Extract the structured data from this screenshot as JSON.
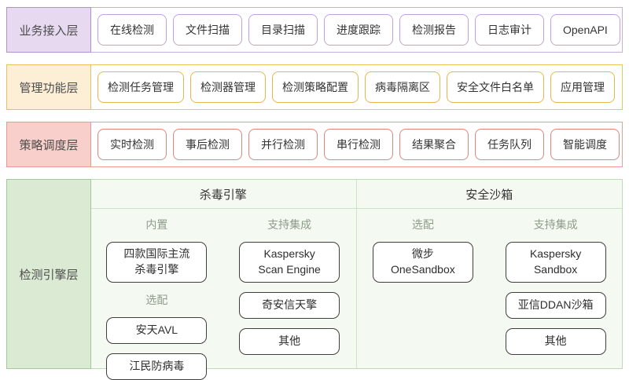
{
  "layers": [
    {
      "label": "业务接入层",
      "items": [
        "在线检测",
        "文件扫描",
        "目录扫描",
        "进度跟踪",
        "检测报告",
        "日志审计",
        "OpenAPI"
      ]
    },
    {
      "label": "管理功能层",
      "items": [
        "检测任务管理",
        "检测器管理",
        "检测策略配置",
        "病毒隔离区",
        "安全文件白名单",
        "应用管理"
      ]
    },
    {
      "label": "策略调度层",
      "items": [
        "实时检测",
        "事后检测",
        "并行检测",
        "串行检测",
        "结果聚合",
        "任务队列",
        "智能调度"
      ]
    }
  ],
  "engine_layer": {
    "label": "检测引擎层",
    "sections": [
      {
        "title": "杀毒引擎",
        "columns": [
          {
            "groups": [
              {
                "header": "内置",
                "boxes": [
                  "四款国际主流\n杀毒引擎"
                ]
              },
              {
                "header": "选配",
                "boxes": [
                  "安天AVL",
                  "江民防病毒"
                ]
              }
            ]
          },
          {
            "groups": [
              {
                "header": "支持集成",
                "boxes": [
                  "Kaspersky\nScan Engine",
                  "奇安信天擎",
                  "其他"
                ]
              }
            ]
          }
        ]
      },
      {
        "title": "安全沙箱",
        "columns": [
          {
            "groups": [
              {
                "header": "选配",
                "boxes": [
                  "微步\nOneSandbox"
                ]
              }
            ]
          },
          {
            "groups": [
              {
                "header": "支持集成",
                "boxes": [
                  "Kaspersky\nSandbox",
                  "亚信DDAN沙箱",
                  "其他"
                ]
              }
            ]
          }
        ]
      }
    ]
  },
  "colors": {
    "business_accent": "#c2a0d8",
    "business_label_bg": "#e6d9f0",
    "management_accent": "#e6b64e",
    "management_label_bg": "#fdeed6",
    "strategy_accent": "#e2847c",
    "strategy_label_bg": "#f8cfca",
    "engine_accent": "#a6c79c",
    "engine_label_bg": "#dbead3",
    "engine_section_bg": "#f4faf1",
    "engine_box_border": "#3f3f3f"
  }
}
